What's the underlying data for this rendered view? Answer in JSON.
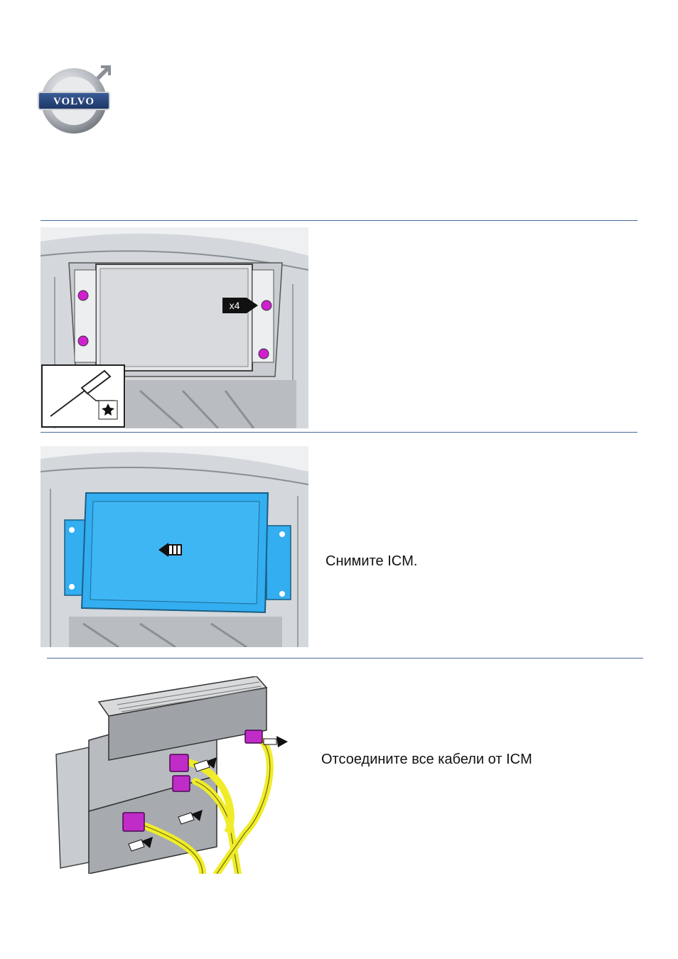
{
  "brand": {
    "logo_text": "VOLVO"
  },
  "steps": [
    {
      "callout": "x4",
      "text": ""
    },
    {
      "text": "Снимите ICM."
    },
    {
      "text": "Отсоедините все кабели от ICM"
    }
  ],
  "colors": {
    "rule": "#4a6aa0",
    "screw": "#d020d0",
    "module_blue": "#33aef0",
    "cable_yellow": "#f0ec2a",
    "connector_magenta": "#c02cc8"
  }
}
